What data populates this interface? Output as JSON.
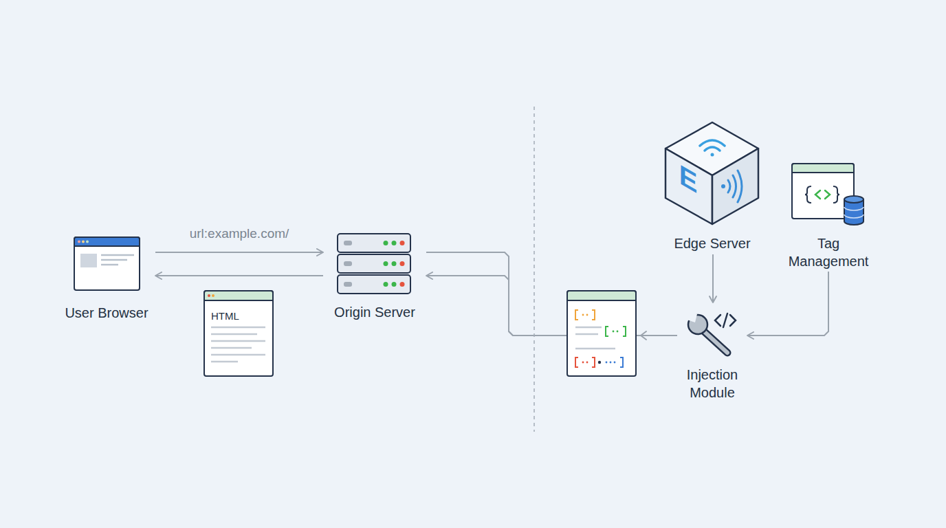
{
  "diagram": {
    "nodes": [
      {
        "text": [
          "User Browser"
        ]
      },
      {
        "text": [
          "HTML"
        ]
      },
      {
        "text": [
          "Origin Server"
        ]
      },
      {
        "text": [
          "E",
          "Edge Server"
        ]
      },
      {
        "text": [
          "Tag Management"
        ]
      },
      {
        "text": [
          "Injection Module"
        ]
      }
    ],
    "edges": [
      {
        "from": 0,
        "to": 2,
        "label": "url:example.com/",
        "arrow": "to"
      },
      {
        "from": 2,
        "to": 0,
        "arrow": "to"
      },
      {
        "from": 3,
        "to": 5,
        "arrow": "to"
      },
      {
        "from": 4,
        "to": 5,
        "arrow": "to"
      },
      {
        "from": 5,
        "to": 2,
        "arrow": "to"
      },
      {
        "from": 2,
        "to": 5,
        "arrow": "none"
      }
    ]
  }
}
